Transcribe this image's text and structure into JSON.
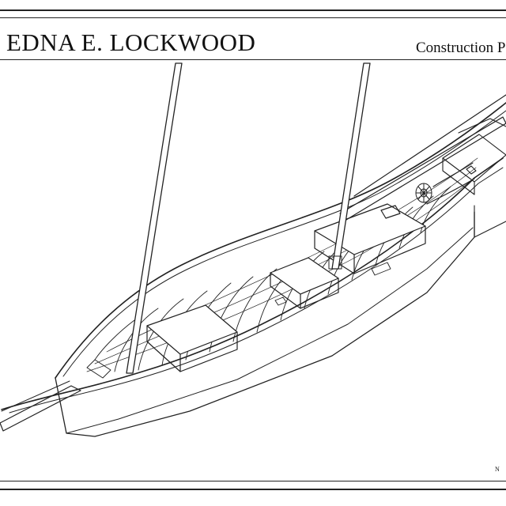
{
  "sheet": {
    "title": "EDNA E. LOCKWOOD",
    "subtitle": "Construction P",
    "sheet_number": "N"
  },
  "drawing": {
    "subject": "boat"
  }
}
